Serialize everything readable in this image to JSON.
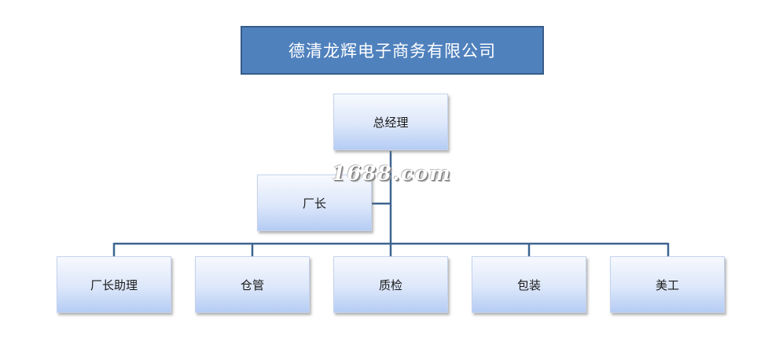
{
  "title": "德清龙辉电子商务有限公司",
  "watermark": "1688.com",
  "nodes": {
    "manager": "总经理",
    "factory_director": "厂长",
    "director_assistant": "厂长助理",
    "warehouse": "仓管",
    "quality": "质检",
    "packaging": "包装",
    "design": "美工"
  },
  "colors": {
    "title_fill": "#4f81bd",
    "title_border": "#385d8a",
    "connector": "#3d6590",
    "node_gradient_bottom": "#b5ccf4"
  }
}
